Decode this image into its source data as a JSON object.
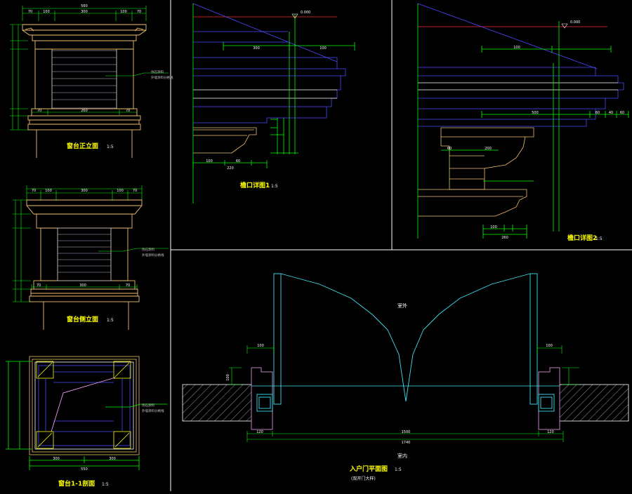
{
  "drawing": {
    "colors": {
      "background": "#000000",
      "dimension": "#00ff00",
      "outline": "#ffffff",
      "stone": "#f0c070",
      "panel": "#b0b0d0",
      "blue_line": "#4a4aff",
      "red_line": "#ff3030",
      "cyan_leaf": "#40e0f0",
      "frame": "#c080c0",
      "pink": "#ff80ff"
    },
    "panels": {
      "front_elevation": {
        "title": "窗台正立面",
        "scale": "1:5",
        "dims_top": [
          "70",
          "100",
          "300",
          "100",
          "70"
        ],
        "dim_overall": "560",
        "dims_bottom": [
          "70",
          "260",
          "70"
        ],
        "note": [
          "仿石涂料",
          "外墙涂料分格线"
        ]
      },
      "side_elevation": {
        "title": "窗台侧立面",
        "scale": "1:5",
        "dims_top": [
          "70",
          "100",
          "300",
          "100",
          "70"
        ],
        "dims_bottom": [
          "70",
          "300",
          "70"
        ],
        "note": [
          "仿石涂料",
          "外墙涂料分格线"
        ]
      },
      "section": {
        "title": "窗台1-1剖面",
        "scale": "1:5",
        "dims_bottom": [
          "300",
          "300"
        ],
        "dim_overall": "550",
        "note": [
          "仿石涂料",
          "外墙涂料分格线"
        ]
      },
      "eave_detail_1": {
        "title": "檐口详图1",
        "scale": "1:5",
        "level": "0.000",
        "dims": [
          "300",
          "100",
          "100",
          "60",
          "220"
        ]
      },
      "eave_detail_2": {
        "title": "檐口详图2",
        "scale": "1:5",
        "level": "0.000",
        "dims": [
          "100",
          "500",
          "60",
          "40",
          "60",
          "60",
          "200",
          "100",
          "260"
        ]
      },
      "door_plan": {
        "title": "入户门平面图",
        "scale": "1:5",
        "subtitle": "(双开门大样)",
        "label_outside": "室外",
        "label_inside": "室内",
        "dims": [
          "120",
          "1500",
          "120",
          "1740",
          "100",
          "100",
          "100"
        ]
      }
    }
  }
}
